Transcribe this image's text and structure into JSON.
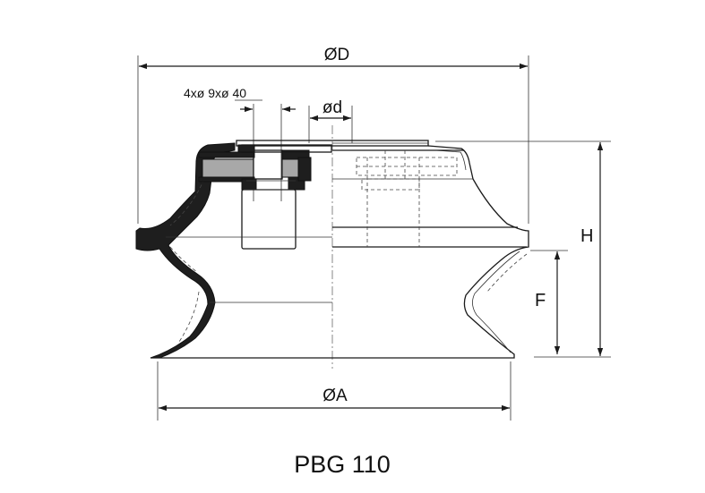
{
  "dimensions": {
    "outer_diameter": "ØD",
    "bore_diameter": "ød",
    "holes": "4xø 9xø 40",
    "height": "H",
    "stroke": "F",
    "base_diameter": "ØA"
  },
  "caption": "PBG 110",
  "colors": {
    "line": "#1a1a1a",
    "section_fill": "#1e1e1e",
    "insert_fill": "#a8a8a8",
    "background": "#ffffff"
  }
}
